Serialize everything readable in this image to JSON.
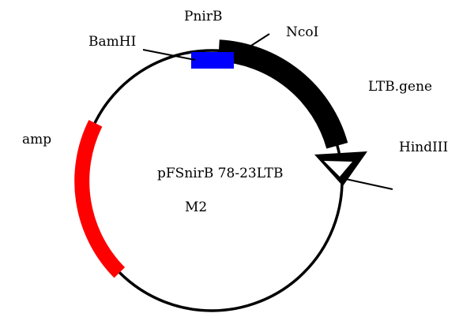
{
  "plasmid": {
    "name": "pFSnirB 78-23LTB",
    "subname": "M2"
  },
  "features": {
    "promoter": {
      "label": "PnirB",
      "color": "#0000ff"
    },
    "gene": {
      "label": "LTB.gene",
      "color": "#000000"
    },
    "resistance": {
      "label": "amp",
      "color": "#ff0000"
    }
  },
  "sites": {
    "bamhi": "BamHI",
    "ncoi": "NcoI",
    "hindiii": "HindIII"
  }
}
